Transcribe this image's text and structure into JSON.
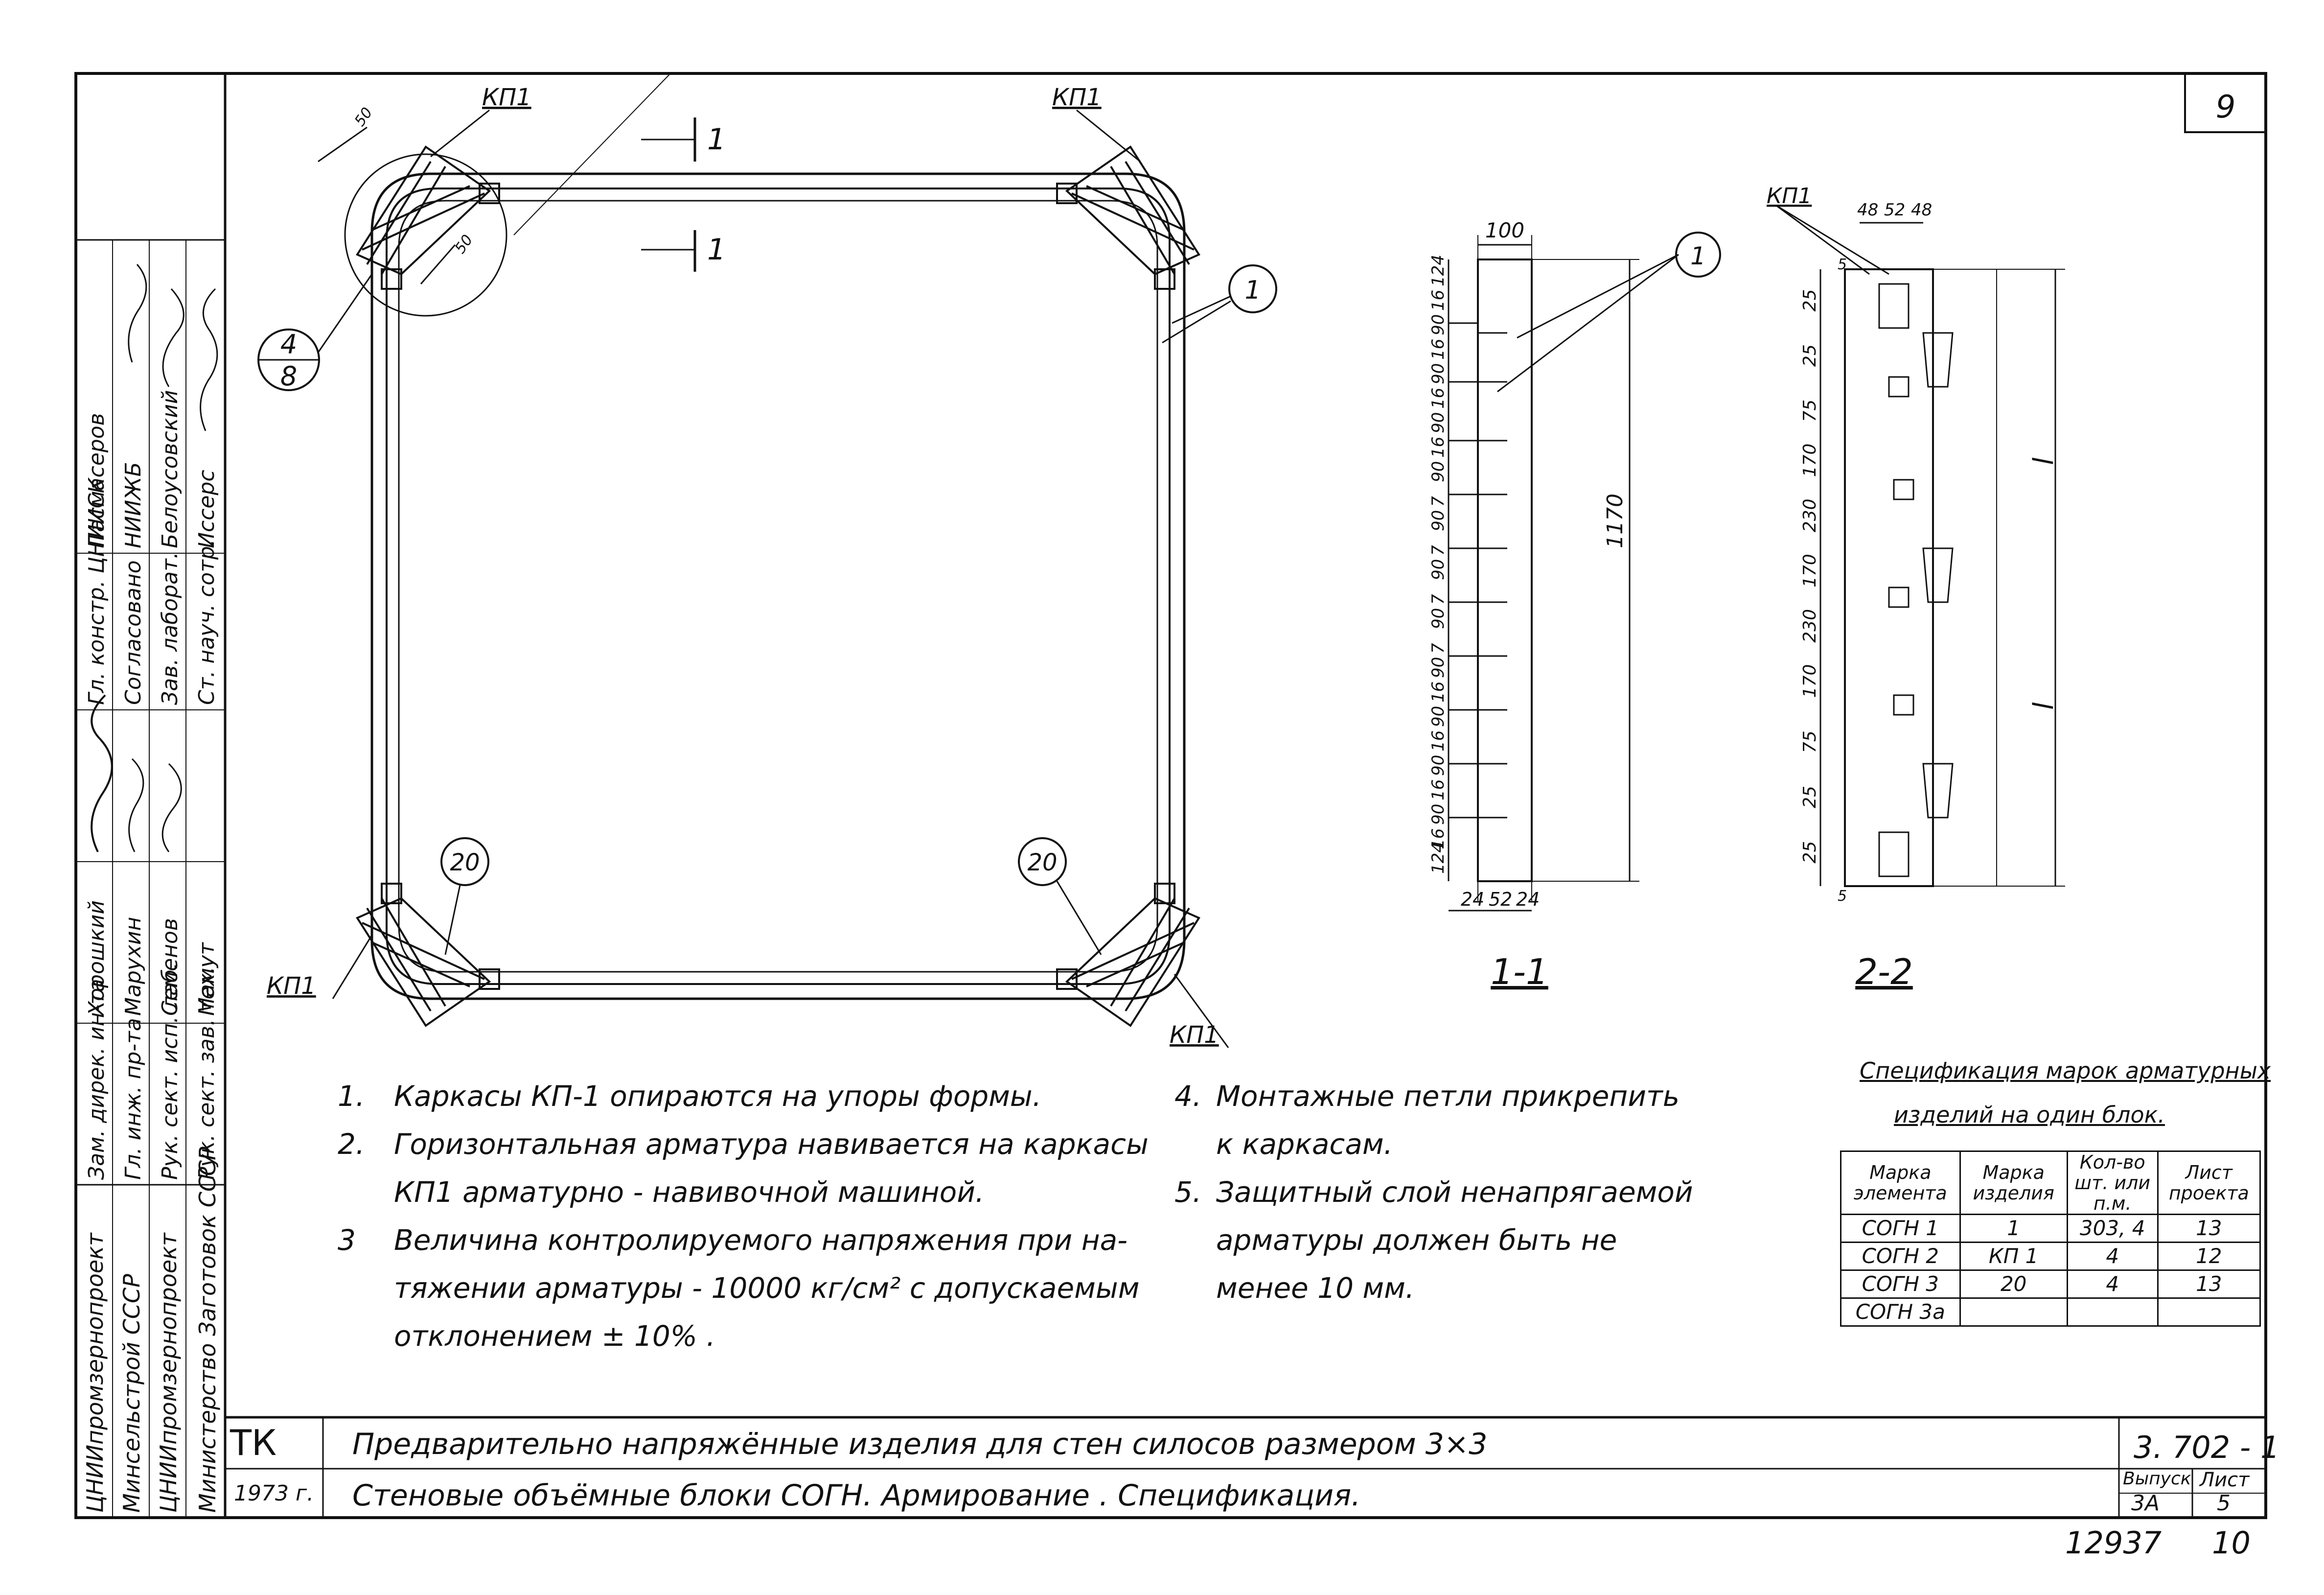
{
  "sheet_number": "9",
  "labels": {
    "frame_mark": "КП1",
    "rebar_1": "1",
    "rebar_20": "20",
    "section_1_mark": "1",
    "detail_ref_top": "4",
    "detail_ref_bottom": "8",
    "dim_small": "50",
    "section_1_title": "1-1",
    "section_2_title": "2-2"
  },
  "section_1_1": {
    "width_dim": "100",
    "height_dim": "1170",
    "bottom_dims": [
      "24",
      "52",
      "24"
    ],
    "left_dims": [
      "124",
      "16",
      "90",
      "16",
      "90",
      "16",
      "90",
      "16",
      "90",
      "7",
      "90",
      "7",
      "90",
      "7",
      "90",
      "7",
      "90",
      "16",
      "90",
      "16",
      "90",
      "16",
      "90",
      "16",
      "124"
    ]
  },
  "section_2_2": {
    "top_dims": [
      "48",
      "52",
      "48"
    ],
    "left_dims": [
      "25",
      "25",
      "75",
      "170",
      "230",
      "170",
      "230",
      "170",
      "75",
      "25",
      "25"
    ],
    "small": [
      "5",
      "5"
    ],
    "ell": "l"
  },
  "notes_left": [
    {
      "num": "1.",
      "lines": [
        "Каркасы КП-1           опираются на упоры формы."
      ]
    },
    {
      "num": "2.",
      "lines": [
        "Горизонтальная арматура навивается на каркасы",
        "КП1 арматурно - навивочной машиной."
      ]
    },
    {
      "num": "3",
      "lines": [
        "Величина контролируемого напряжения при на-",
        "тяжении арматуры - 10000 кг/см² с допускаемым",
        "отклонением  ± 10% ."
      ]
    }
  ],
  "notes_right": [
    {
      "num": "4.",
      "lines": [
        "Монтажные петли прикрепить",
        "к каркасам."
      ]
    },
    {
      "num": "5.",
      "lines": [
        "Защитный слой ненапрягаемой",
        "арматуры должен быть   не",
        "менее   10 мм."
      ]
    }
  ],
  "spec": {
    "title_line1": "Спецификация марок арматурных",
    "title_line2": "изделий на один блок.",
    "headers": [
      "Марка элемента",
      "Марка изделия",
      "Кол-во шт. или п.м.",
      "Лист проекта"
    ],
    "rows": [
      [
        "СОГН 1",
        "1",
        "303, 4",
        "13"
      ],
      [
        "СОГН 2",
        "КП 1",
        "4",
        "12"
      ],
      [
        "СОГН 3",
        "20",
        "4",
        "13"
      ],
      [
        "СОГН 3а",
        "",
        "",
        ""
      ]
    ]
  },
  "approvals": {
    "positions": [
      "Зам. дирек. ин-та",
      "Гл. инж. пр-та",
      "Рук. сект. исп. лаб.",
      "Рук. сект. зав. тех."
    ],
    "names": [
      "Хорошкий",
      "Марухин",
      "Семенов",
      "Мамут"
    ],
    "positions2": [
      "Гл. констр. ЦНИИСК",
      "Согласовано",
      "Зав. лаборат.",
      "Ст. науч. сотр."
    ],
    "names2": [
      "Пасмасеров",
      "НИИЖБ",
      "Белоусовский",
      "Иссерс"
    ]
  },
  "org": {
    "line1": "ЦНИИпромзернопроект",
    "line2": "Минсельстрой СССР",
    "line3": "ЦНИИпромзернопроект",
    "line4": "Министерство Заготовок СССР"
  },
  "title_block": {
    "code": "ТК",
    "year": "1973 г.",
    "line1": "Предварительно  напряжённые  изделия  для  стен  силосов  размером 3×3",
    "line2": "Стеновые  объёмные  блоки  СОГН.     Армирование  .   Спецификация.",
    "series": "3. 702 - 1",
    "issue_label": "Выпуск",
    "issue": "3А",
    "sheet_label": "Лист",
    "sheet": "5"
  },
  "bottom_numbers": [
    "12937",
    "10"
  ]
}
